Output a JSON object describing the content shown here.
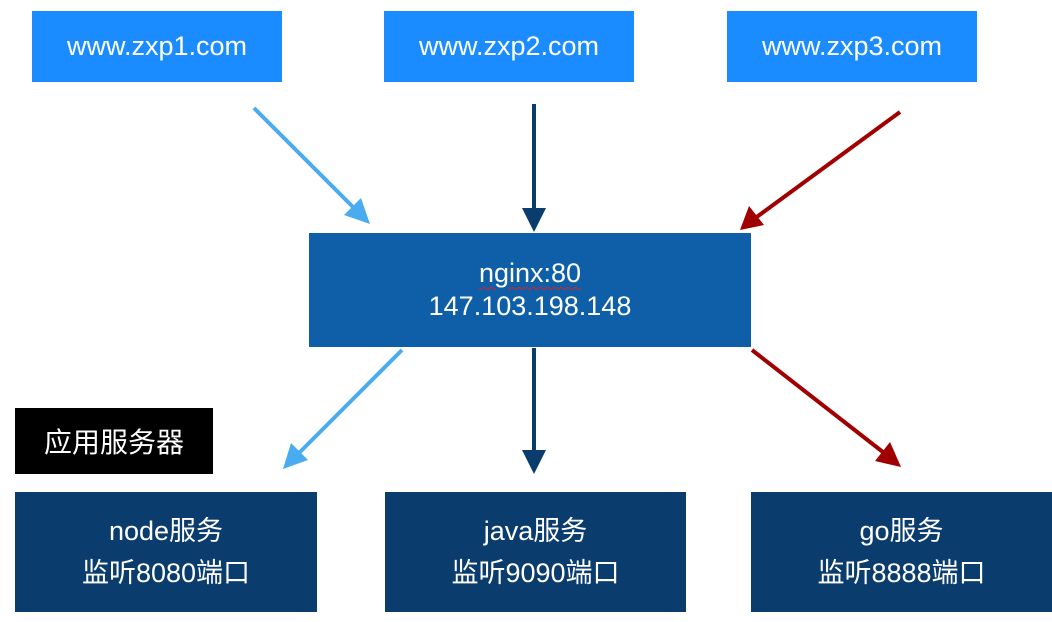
{
  "domains": [
    {
      "label": "www.zxp1.com"
    },
    {
      "label": "www.zxp2.com"
    },
    {
      "label": "www.zxp3.com"
    }
  ],
  "proxy": {
    "name": "nginx:80",
    "ip": "147.103.198.148"
  },
  "group_label": "应用服务器",
  "services": [
    {
      "name": "node服务",
      "port_text": "监听8080端口"
    },
    {
      "name": "java服务",
      "port_text": "监听9090端口"
    },
    {
      "name": "go服务",
      "port_text": "监听8888端口"
    }
  ],
  "colors": {
    "domain_box": "#1a8cff",
    "proxy_box": "#0e5fa8",
    "service_box": "#0b3c6e",
    "arrow_light_blue": "#4aacf0",
    "arrow_dark_blue": "#0b3c6e",
    "arrow_red": "#a00000"
  }
}
